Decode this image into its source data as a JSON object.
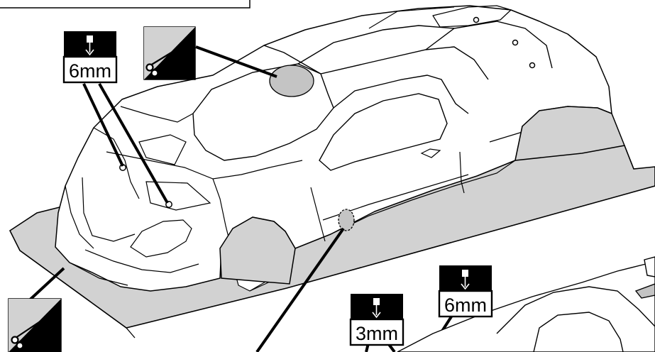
{
  "callouts": {
    "drill_hood_left": {
      "size": "6mm",
      "icon": "drill-bit-icon"
    },
    "cut_roof": {
      "icon": "curved-scissors-icon"
    },
    "cut_front": {
      "icon": "curved-scissors-icon"
    },
    "drill_lower_left": {
      "size": "3mm",
      "icon": "drill-bit-icon"
    },
    "drill_lower_right": {
      "size": "6mm",
      "icon": "drill-bit-icon"
    }
  },
  "colors": {
    "ink": "#000000",
    "panel": "#d2d2d2",
    "marker": "#c4c4c4",
    "body": "#ffffff"
  }
}
